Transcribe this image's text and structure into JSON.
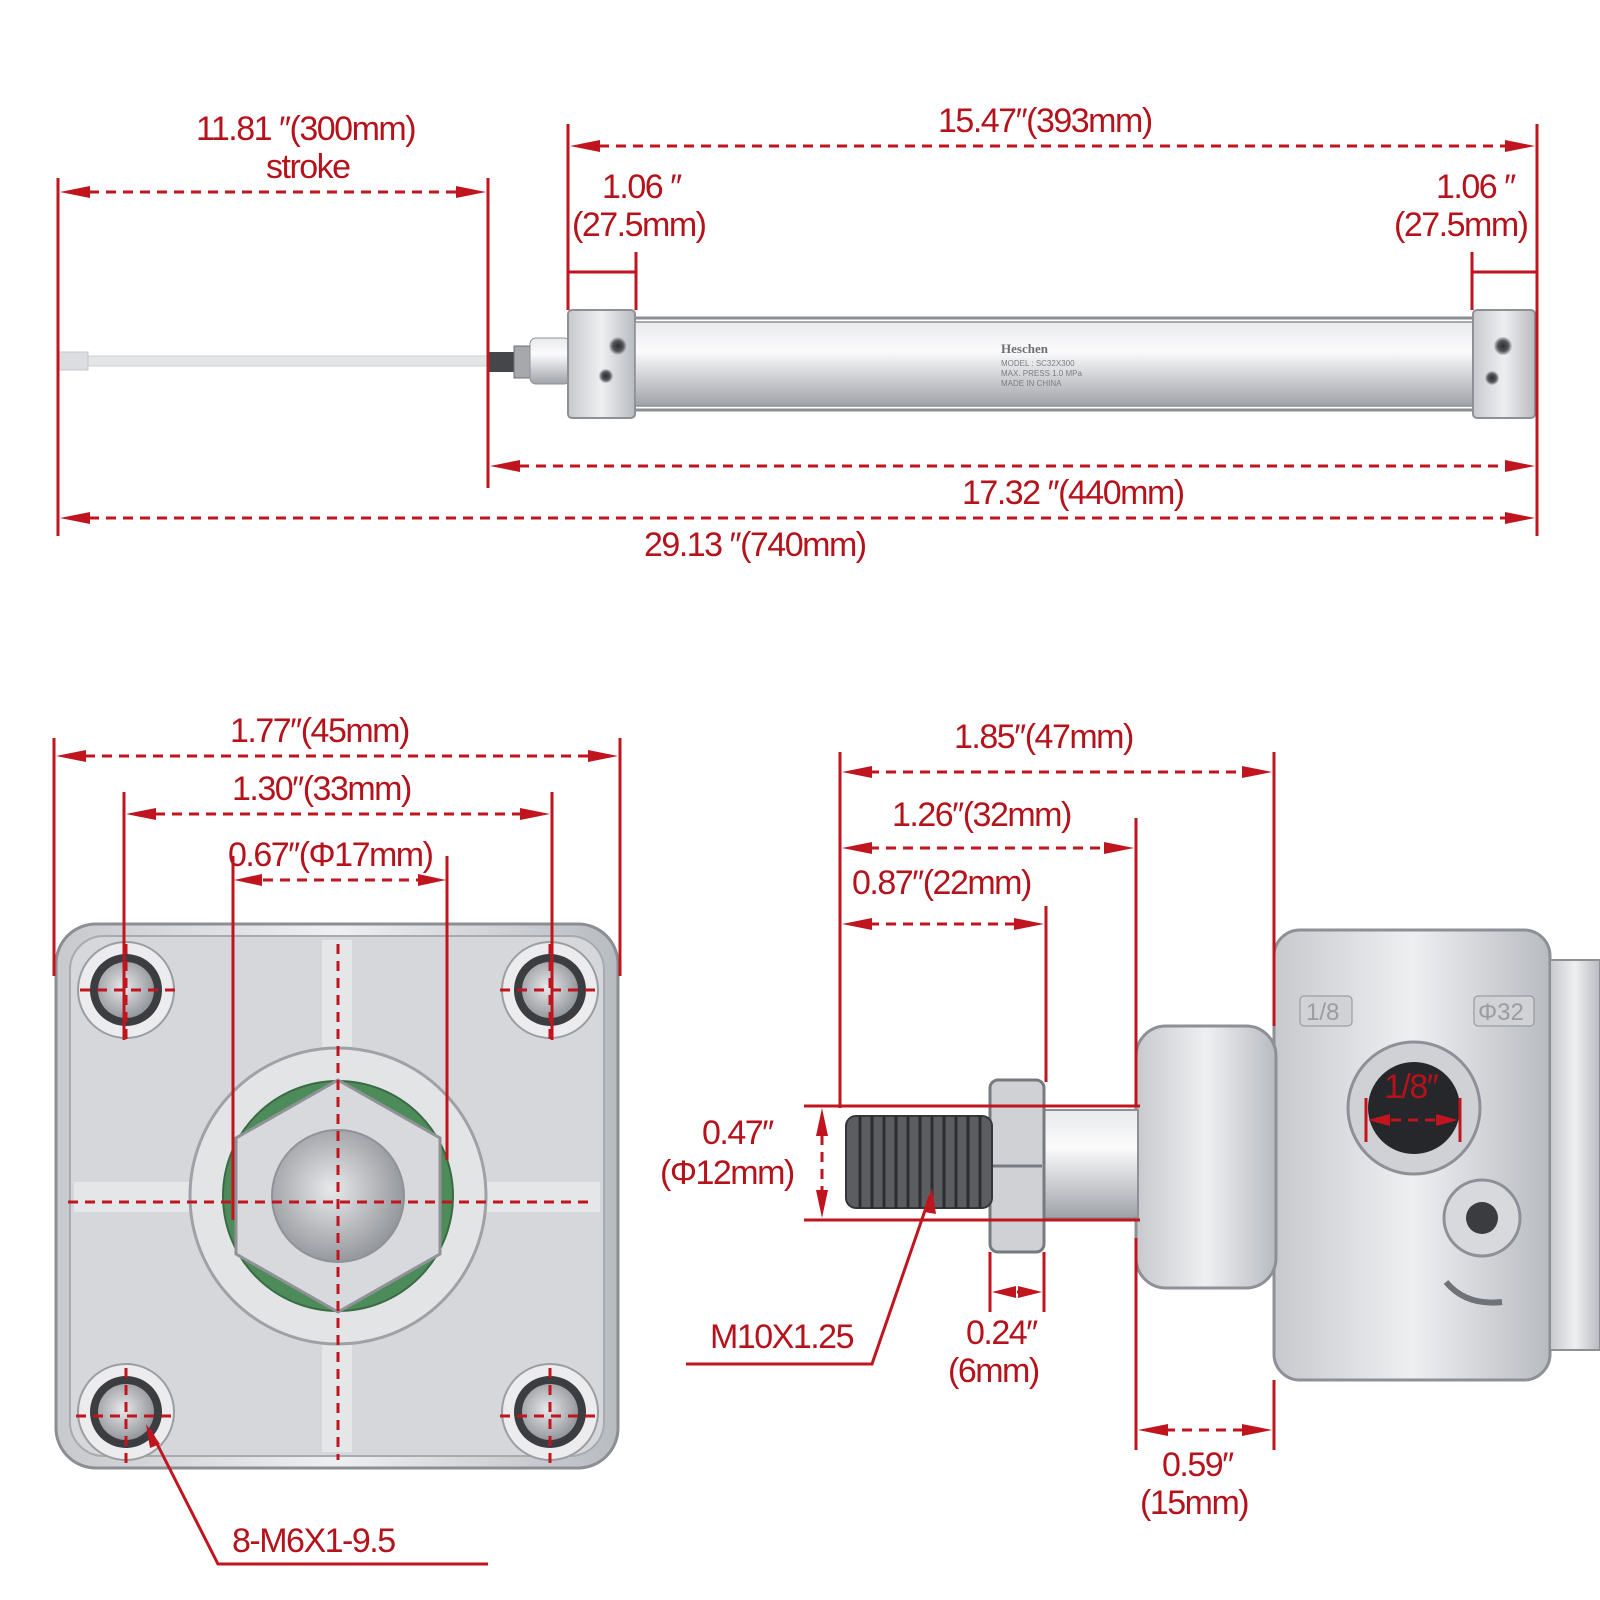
{
  "top_view": {
    "stroke_value": "11.81 ″(300mm)",
    "stroke_word": "stroke",
    "body_length": "15.47″(393mm)",
    "left_cap_in": "1.06 ″",
    "left_cap_mm": "(27.5mm)",
    "right_cap_in": "1.06 ″",
    "right_cap_mm": "(27.5mm)",
    "retracted_length": "17.32 ″(440mm)",
    "extended_length": "29.13 ″(740mm)",
    "brand": "Heschen",
    "model": "MODEL : SC32X300",
    "pressure": "MAX. PRESS        1.0 MPa",
    "origin": "MADE   IN  CHINA"
  },
  "end_view": {
    "width": "1.77″(45mm)",
    "bolt_spacing": "1.30″(33mm)",
    "boss_diameter": "0.67″(Φ17mm)",
    "bolt_spec": "8-M6X1-9.5"
  },
  "side_view": {
    "rod_total": "1.85″(47mm)",
    "rod_to_boss": "1.26″(32mm)",
    "thread_length": "0.87″(22mm)",
    "rod_dia_in": "0.47″",
    "rod_dia_mm": "(Φ12mm)",
    "thread_spec": "M10X1.25",
    "nut_in": "0.24″",
    "nut_mm": "(6mm)",
    "boss_in": "0.59″",
    "boss_mm": "(15mm)",
    "port": "1/8″",
    "cap_mark_left": "1/8",
    "cap_mark_right": "Φ32"
  }
}
